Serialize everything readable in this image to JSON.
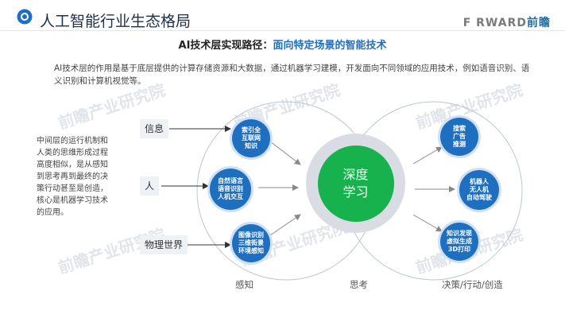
{
  "header": {
    "title": "人工智能行业生态格局",
    "brand_latin": "F RWARD",
    "brand_cn": "前瞻"
  },
  "slide": {
    "subtitle_prefix": "AI技术层实现路径：",
    "subtitle_accent": "面向特定场景的智能技术",
    "intro": "AI技术层的作用是基于底层提供的计算存储资源和大数据，通过机器学习建模，开发面向不同领域的应用技术，例如语音识别、语义识别和计算机视觉等。",
    "side_text": "中间层的运行机制和人类的思维形成过程高度相似，是从感知到思考再到最终的决策行动甚至是创造，核心是机器学习技术的应用。"
  },
  "diagram": {
    "inputs": [
      "信息",
      "人",
      "物理世界"
    ],
    "perception_nodes": [
      "索引全\n互联网\n知识",
      "自然语言\n语音识别\n人机交互",
      "图像识别\n三维街景\n环境感知"
    ],
    "core": "深度\n学习",
    "output_nodes": [
      "搜索\n广告\n推测",
      "机器人\n无人机\n自动驾驶",
      "知识发现\n虚拟生成\n3D打印"
    ],
    "stages": [
      "感知",
      "思考",
      "决策/行动/创造"
    ]
  },
  "watermark": "前瞻产业研究院",
  "colors": {
    "node_blue": "#1f6fc0",
    "core_green": "#17b24d",
    "accent_blue": "#1f6fc0"
  }
}
